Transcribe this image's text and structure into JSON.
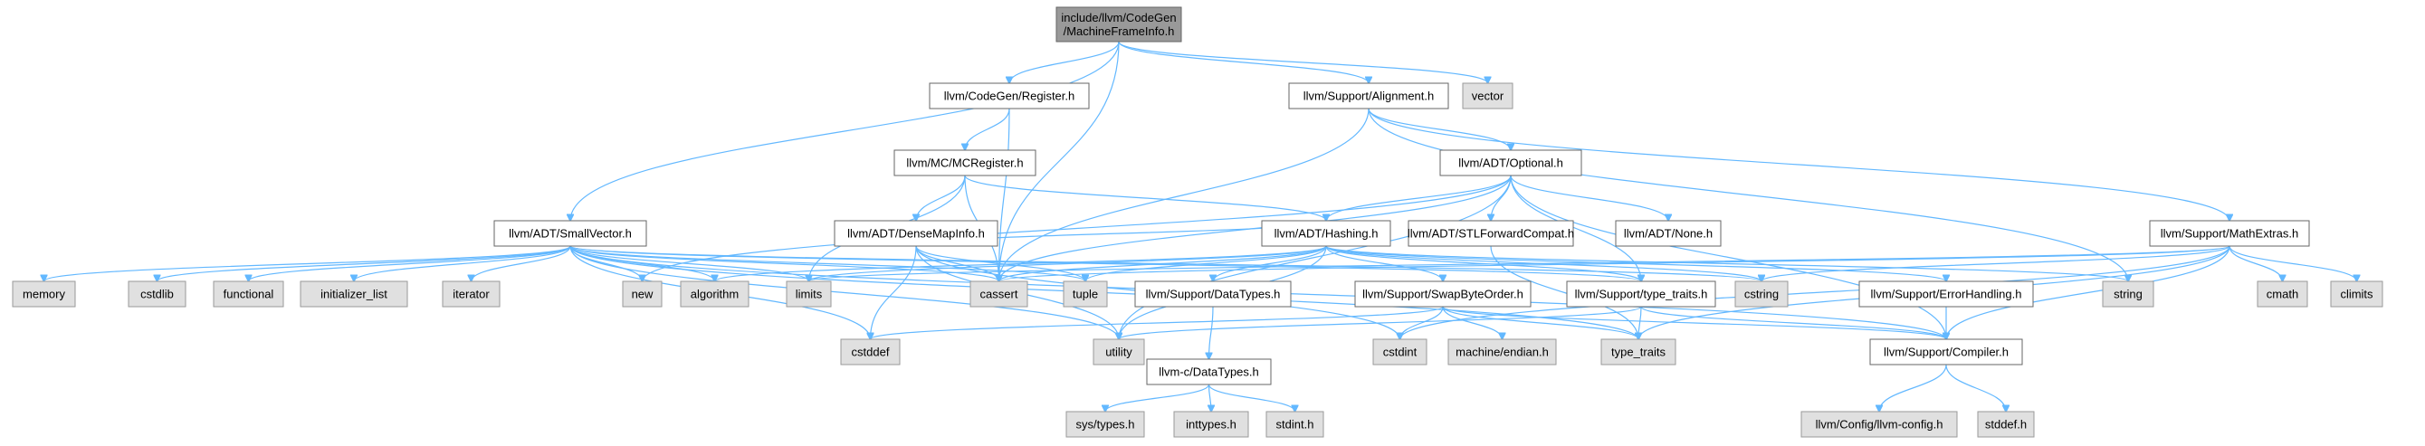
{
  "colors": {
    "edge": "#63b8ff",
    "root_fill": "#999999",
    "file_fill": "#ffffff",
    "system_fill": "#e0e0e0",
    "border": "#666666"
  },
  "nodes": [
    {
      "id": "root",
      "kind": "root",
      "lines": [
        "include/llvm/CodeGen",
        "/MachineFrameInfo.h"
      ]
    },
    {
      "id": "register",
      "kind": "file",
      "lines": [
        "llvm/CodeGen/Register.h"
      ]
    },
    {
      "id": "alignment",
      "kind": "file",
      "lines": [
        "llvm/Support/Alignment.h"
      ]
    },
    {
      "id": "vector",
      "kind": "system",
      "lines": [
        "vector"
      ]
    },
    {
      "id": "mcregister",
      "kind": "file",
      "lines": [
        "llvm/MC/MCRegister.h"
      ]
    },
    {
      "id": "optional",
      "kind": "file",
      "lines": [
        "llvm/ADT/Optional.h"
      ]
    },
    {
      "id": "smallvector",
      "kind": "file",
      "lines": [
        "llvm/ADT/SmallVector.h"
      ]
    },
    {
      "id": "densemapinfo",
      "kind": "file",
      "lines": [
        "llvm/ADT/DenseMapInfo.h"
      ]
    },
    {
      "id": "hashing",
      "kind": "file",
      "lines": [
        "llvm/ADT/Hashing.h"
      ]
    },
    {
      "id": "stlforward",
      "kind": "file",
      "lines": [
        "llvm/ADT/STLForwardCompat.h"
      ]
    },
    {
      "id": "none",
      "kind": "file",
      "lines": [
        "llvm/ADT/None.h"
      ]
    },
    {
      "id": "mathextras",
      "kind": "file",
      "lines": [
        "llvm/Support/MathExtras.h"
      ]
    },
    {
      "id": "memory",
      "kind": "system",
      "lines": [
        "memory"
      ]
    },
    {
      "id": "cstdlib",
      "kind": "system",
      "lines": [
        "cstdlib"
      ]
    },
    {
      "id": "functional",
      "kind": "system",
      "lines": [
        "functional"
      ]
    },
    {
      "id": "initializer_list",
      "kind": "system",
      "lines": [
        "initializer_list"
      ]
    },
    {
      "id": "iterator",
      "kind": "system",
      "lines": [
        "iterator"
      ]
    },
    {
      "id": "new",
      "kind": "system",
      "lines": [
        "new"
      ]
    },
    {
      "id": "algorithm",
      "kind": "system",
      "lines": [
        "algorithm"
      ]
    },
    {
      "id": "limits",
      "kind": "system",
      "lines": [
        "limits"
      ]
    },
    {
      "id": "cassert",
      "kind": "system",
      "lines": [
        "cassert"
      ]
    },
    {
      "id": "tuple",
      "kind": "system",
      "lines": [
        "tuple"
      ]
    },
    {
      "id": "datatypes",
      "kind": "file",
      "lines": [
        "llvm/Support/DataTypes.h"
      ]
    },
    {
      "id": "swapbyteorder",
      "kind": "file",
      "lines": [
        "llvm/Support/SwapByteOrder.h"
      ]
    },
    {
      "id": "typetraits_h",
      "kind": "file",
      "lines": [
        "llvm/Support/type_traits.h"
      ]
    },
    {
      "id": "cstring",
      "kind": "system",
      "lines": [
        "cstring"
      ]
    },
    {
      "id": "errorhandling",
      "kind": "file",
      "lines": [
        "llvm/Support/ErrorHandling.h"
      ]
    },
    {
      "id": "string",
      "kind": "system",
      "lines": [
        "string"
      ]
    },
    {
      "id": "cmath",
      "kind": "system",
      "lines": [
        "cmath"
      ]
    },
    {
      "id": "climits",
      "kind": "system",
      "lines": [
        "climits"
      ]
    },
    {
      "id": "cstddef",
      "kind": "system",
      "lines": [
        "cstddef"
      ]
    },
    {
      "id": "utility",
      "kind": "system",
      "lines": [
        "utility"
      ]
    },
    {
      "id": "cstdint",
      "kind": "system",
      "lines": [
        "cstdint"
      ]
    },
    {
      "id": "endian",
      "kind": "system",
      "lines": [
        "machine/endian.h"
      ]
    },
    {
      "id": "type_traits",
      "kind": "system",
      "lines": [
        "type_traits"
      ]
    },
    {
      "id": "compiler",
      "kind": "file",
      "lines": [
        "llvm/Support/Compiler.h"
      ]
    },
    {
      "id": "cdatatypes",
      "kind": "file",
      "lines": [
        "llvm-c/DataTypes.h"
      ]
    },
    {
      "id": "systypes",
      "kind": "system",
      "lines": [
        "sys/types.h"
      ]
    },
    {
      "id": "inttypes",
      "kind": "system",
      "lines": [
        "inttypes.h"
      ]
    },
    {
      "id": "stdint",
      "kind": "system",
      "lines": [
        "stdint.h"
      ]
    },
    {
      "id": "llvmconfig",
      "kind": "system",
      "lines": [
        "llvm/Config/llvm-config.h"
      ]
    },
    {
      "id": "stddef",
      "kind": "system",
      "lines": [
        "stddef.h"
      ]
    }
  ],
  "edges": [
    [
      "root",
      "register"
    ],
    [
      "root",
      "alignment"
    ],
    [
      "root",
      "vector"
    ],
    [
      "root",
      "smallvector"
    ],
    [
      "root",
      "cassert"
    ],
    [
      "register",
      "mcregister"
    ],
    [
      "register",
      "cassert"
    ],
    [
      "alignment",
      "optional"
    ],
    [
      "alignment",
      "mathextras"
    ],
    [
      "alignment",
      "cassert"
    ],
    [
      "alignment",
      "string"
    ],
    [
      "mcregister",
      "densemapinfo"
    ],
    [
      "mcregister",
      "hashing"
    ],
    [
      "mcregister",
      "limits"
    ],
    [
      "mcregister",
      "cassert"
    ],
    [
      "optional",
      "hashing"
    ],
    [
      "optional",
      "stlforward"
    ],
    [
      "optional",
      "none"
    ],
    [
      "optional",
      "typetraits_h"
    ],
    [
      "optional",
      "compiler"
    ],
    [
      "optional",
      "new"
    ],
    [
      "optional",
      "cassert"
    ],
    [
      "optional",
      "utility"
    ],
    [
      "smallvector",
      "memory"
    ],
    [
      "smallvector",
      "cstdlib"
    ],
    [
      "smallvector",
      "functional"
    ],
    [
      "smallvector",
      "initializer_list"
    ],
    [
      "smallvector",
      "iterator"
    ],
    [
      "smallvector",
      "new"
    ],
    [
      "smallvector",
      "algorithm"
    ],
    [
      "smallvector",
      "limits"
    ],
    [
      "smallvector",
      "cassert"
    ],
    [
      "smallvector",
      "tuple"
    ],
    [
      "smallvector",
      "cstddef"
    ],
    [
      "smallvector",
      "utility"
    ],
    [
      "smallvector",
      "type_traits"
    ],
    [
      "smallvector",
      "compiler"
    ],
    [
      "smallvector",
      "cstring"
    ],
    [
      "smallvector",
      "typetraits_h"
    ],
    [
      "densemapinfo",
      "hashing"
    ],
    [
      "densemapinfo",
      "cassert"
    ],
    [
      "densemapinfo",
      "cstddef"
    ],
    [
      "densemapinfo",
      "utility"
    ],
    [
      "densemapinfo",
      "cstdint"
    ],
    [
      "densemapinfo",
      "tuple"
    ],
    [
      "hashing",
      "datatypes"
    ],
    [
      "hashing",
      "swapbyteorder"
    ],
    [
      "hashing",
      "typetraits_h"
    ],
    [
      "hashing",
      "errorhandling"
    ],
    [
      "hashing",
      "cassert"
    ],
    [
      "hashing",
      "tuple"
    ],
    [
      "hashing",
      "cstring"
    ],
    [
      "hashing",
      "string"
    ],
    [
      "hashing",
      "algorithm"
    ],
    [
      "hashing",
      "utility"
    ],
    [
      "hashing",
      "limits"
    ],
    [
      "stlforward",
      "type_traits"
    ],
    [
      "mathextras",
      "compiler"
    ],
    [
      "mathextras",
      "cmath"
    ],
    [
      "mathextras",
      "climits"
    ],
    [
      "mathextras",
      "cassert"
    ],
    [
      "mathextras",
      "cstring"
    ],
    [
      "mathextras",
      "type_traits"
    ],
    [
      "mathextras",
      "limits"
    ],
    [
      "mathextras",
      "cstdint"
    ],
    [
      "datatypes",
      "cdatatypes"
    ],
    [
      "swapbyteorder",
      "compiler"
    ],
    [
      "swapbyteorder",
      "cstddef"
    ],
    [
      "swapbyteorder",
      "cstdint"
    ],
    [
      "swapbyteorder",
      "endian"
    ],
    [
      "swapbyteorder",
      "type_traits"
    ],
    [
      "typetraits_h",
      "compiler"
    ],
    [
      "typetraits_h",
      "type_traits"
    ],
    [
      "typetraits_h",
      "utility"
    ],
    [
      "errorhandling",
      "compiler"
    ],
    [
      "cdatatypes",
      "systypes"
    ],
    [
      "cdatatypes",
      "inttypes"
    ],
    [
      "cdatatypes",
      "stdint"
    ],
    [
      "compiler",
      "llvmconfig"
    ],
    [
      "compiler",
      "stddef"
    ]
  ]
}
